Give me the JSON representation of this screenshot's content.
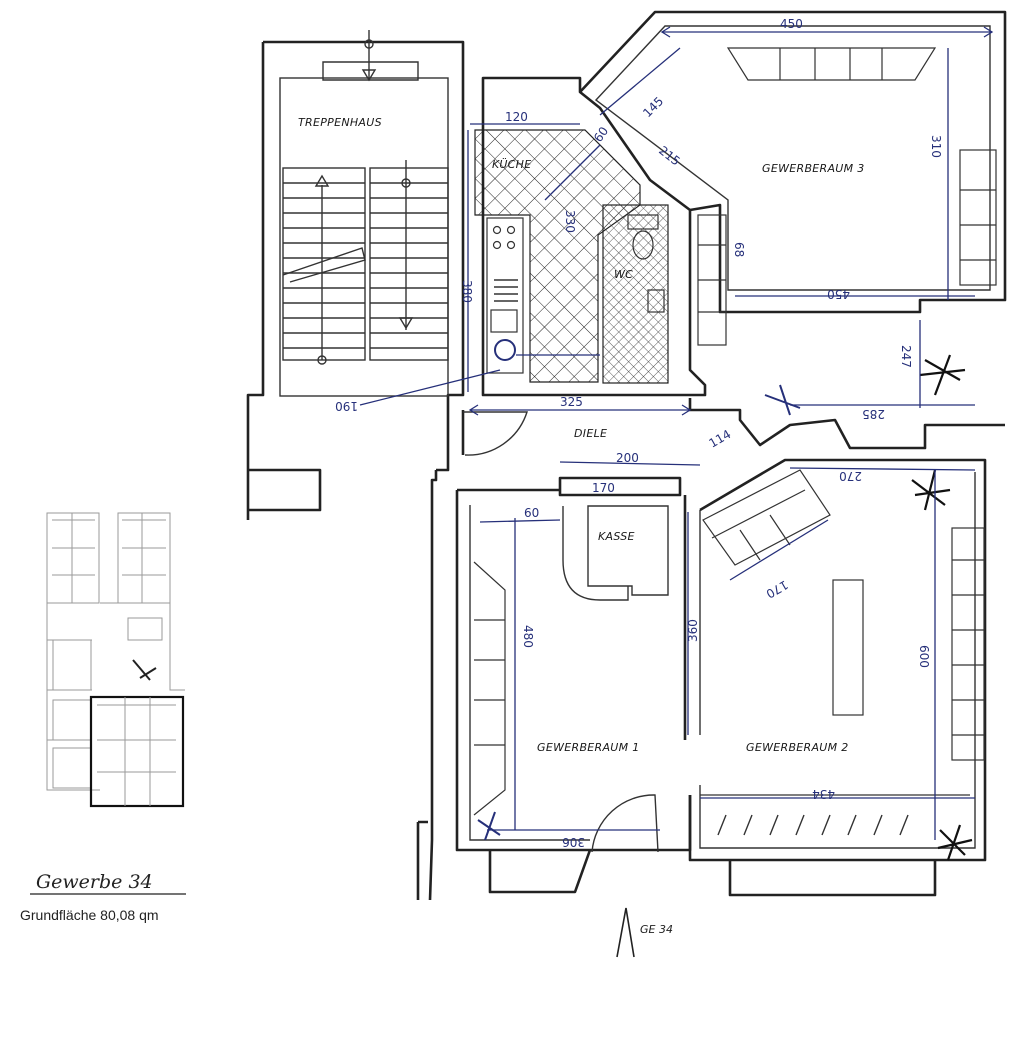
{
  "rooms": {
    "treppenhaus": "TREPPENHAUS",
    "kueche": "KÜCHE",
    "wc": "WC",
    "diele": "DIELE",
    "kasse": "KASSE",
    "gewerberaum_1": "GEWERBERAUM 1",
    "gewerberaum_2": "GEWERBERAUM 2",
    "gewerberaum_3": "GEWERBERAUM 3"
  },
  "dimensions": {
    "g3_top": "450",
    "g3_right": "310",
    "g3_diag": "145",
    "g3_diag2": "215",
    "g3_inner": "68",
    "g3_bottom": "450",
    "kueche_top": "120",
    "kueche_diag": "60",
    "kueche_len": "330",
    "kueche_left": "380",
    "bad": "190",
    "diele_width": "325",
    "diele_right": "285",
    "diele_vert": "247",
    "diele_small": "114",
    "g1_top_left": "200",
    "g1_top": "170",
    "g1_top_small": "60",
    "g1_height": "480",
    "g1_bottom": "306",
    "g2_left": "360",
    "g2_top": "270",
    "g2_diag": "170",
    "g2_right": "600",
    "g2_bottom": "434"
  },
  "entrance": {
    "label": "GE 34"
  },
  "legend": {
    "title": "Gewerbe 34",
    "area": "Grundfläche  80,08 qm"
  }
}
